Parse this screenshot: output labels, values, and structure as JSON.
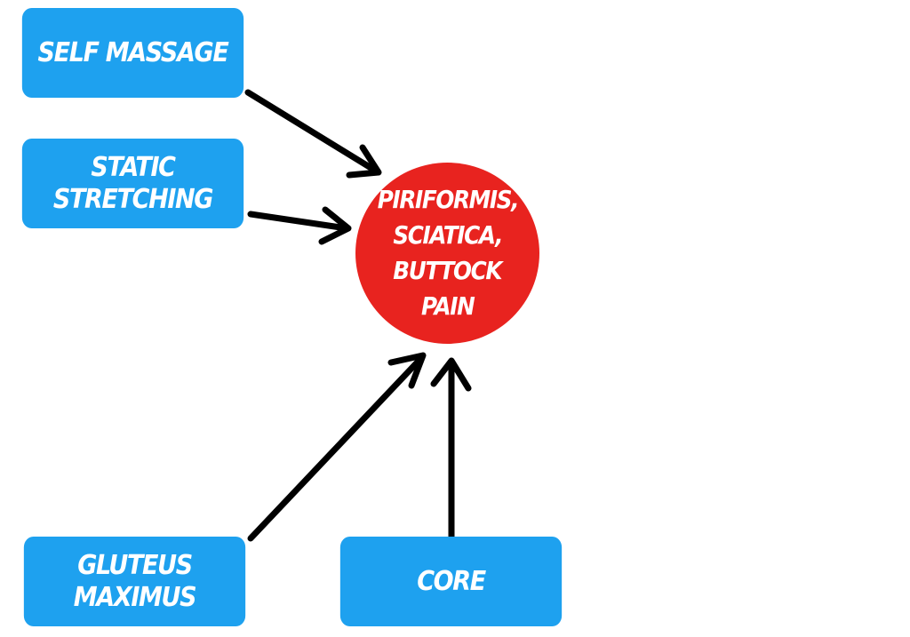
{
  "nodes": {
    "self_massage": "SELF MASSAGE",
    "static_stretching": [
      "STATIC",
      "STRETCHING"
    ],
    "gluteus_maximus": [
      "GLUTEUS",
      "MAXIMUS"
    ],
    "core": "CORE",
    "center": [
      "PIRIFORMIS,",
      "SCIATICA,",
      "BUTTOCK",
      "PAIN"
    ]
  },
  "colors": {
    "box": "#1ea1ef",
    "circle": "#e8231f",
    "arrow": "#000000",
    "text": "#ffffff",
    "background": "#ffffff"
  }
}
